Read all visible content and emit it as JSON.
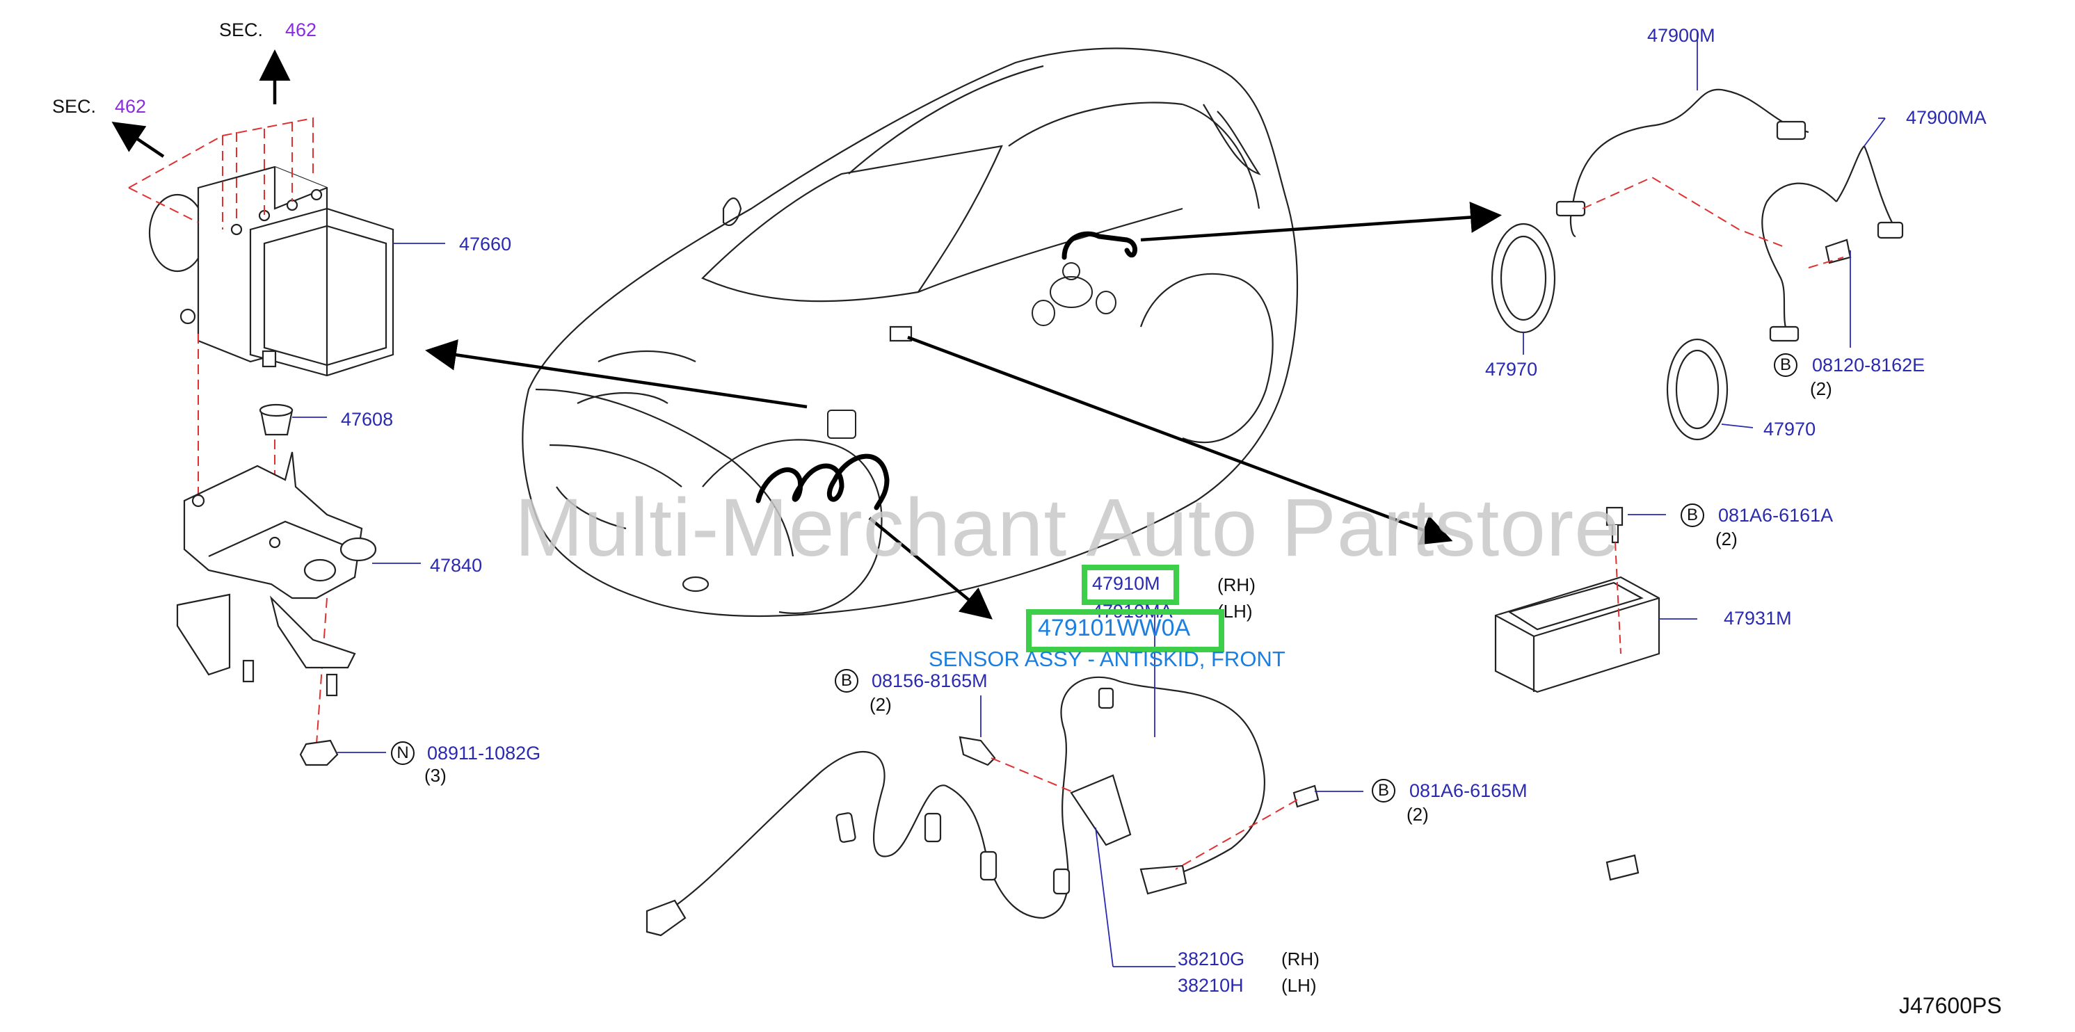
{
  "watermark": "Multi-Merchant Auto Partstore",
  "diagram_code": "J47600PS",
  "sec_refs": [
    {
      "prefix": "SEC.",
      "number": "462"
    },
    {
      "prefix": "SEC.",
      "number": "462"
    }
  ],
  "highlight": {
    "part_number": "479101WW0A",
    "description": "SENSOR ASSY - ANTISKID, FRONT"
  },
  "parts": {
    "p47660": "47660",
    "p47608": "47608",
    "p47840": "47840",
    "p08911": "08911-1082G",
    "p08911_qty": "(3)",
    "p08911_mark": "N",
    "p47900M": "47900M",
    "p47900MA": "47900MA",
    "p47970a": "47970",
    "p47970b": "47970",
    "p08120": "08120-8162E",
    "p08120_qty": "(2)",
    "p08120_mark": "B",
    "p081A6_6161A": "081A6-6161A",
    "p081A6_6161A_qty": "(2)",
    "p081A6_6161A_mark": "B",
    "p47931M": "47931M",
    "p47910M": "47910M",
    "p47910M_side": "(RH)",
    "p47910MA": "47910MA",
    "p47910MA_side": "(LH)",
    "p08156": "08156-8165M",
    "p08156_qty": "(2)",
    "p08156_mark": "B",
    "p081A6_6165M": "081A6-6165M",
    "p081A6_6165M_qty": "(2)",
    "p081A6_6165M_mark": "B",
    "p38210G": "38210G",
    "p38210G_side": "(RH)",
    "p38210H": "38210H",
    "p38210H_side": "(LH)"
  },
  "colors": {
    "part_link": "#2a2ab0",
    "sec_number": "#8a2be2",
    "highlight_box": "#3ecf4a",
    "highlight_text": "#1a7fe0",
    "leader_dash": "#e03030"
  }
}
